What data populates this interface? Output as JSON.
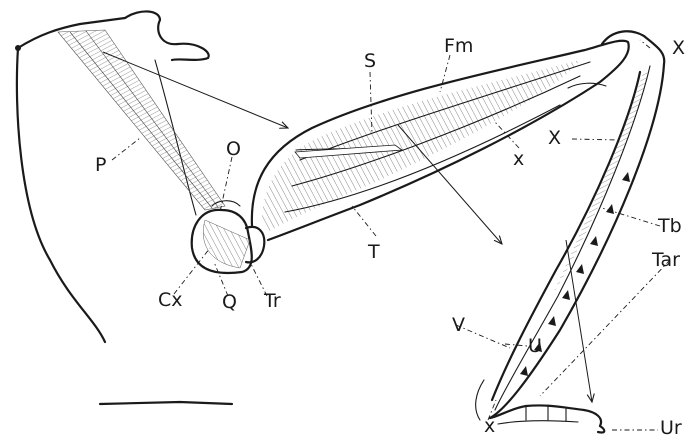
{
  "labels": {
    "P": "P",
    "O": "O",
    "S": "S",
    "Fm": "Fm",
    "x_femur": "x",
    "X_upper": "X",
    "X_tibia": "X",
    "Tb": "Tb",
    "T": "T",
    "Cx": "Cx",
    "Q": "Q",
    "Tr": "Tr",
    "V": "V",
    "U": "U",
    "Tar": "Tar",
    "x_tarsus": "x",
    "Ur": "Ur"
  }
}
